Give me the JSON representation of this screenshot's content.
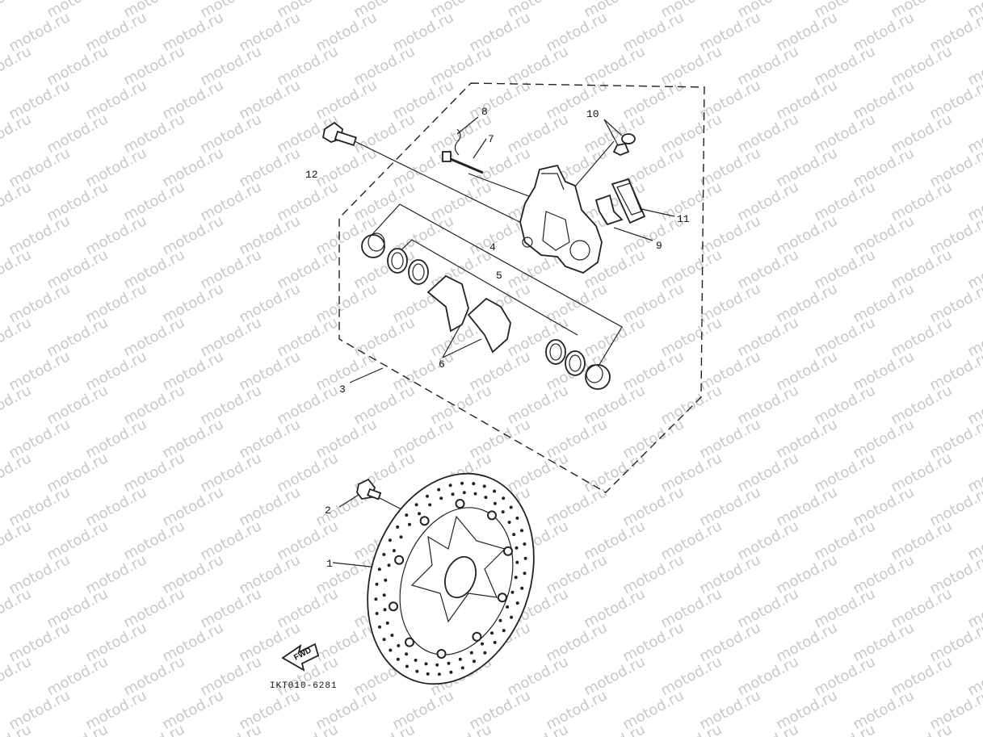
{
  "watermark": {
    "text": "motod.ru",
    "color": "#c8c8c8"
  },
  "diagram_code": "IKT010-6281",
  "fwd_label": "FWD",
  "callouts": {
    "c1": "1",
    "c2": "2",
    "c3": "3",
    "c4": "4",
    "c5": "5",
    "c6": "6",
    "c7": "7",
    "c8": "8",
    "c9": "9",
    "c10": "10",
    "c11": "11",
    "c12": "12"
  }
}
